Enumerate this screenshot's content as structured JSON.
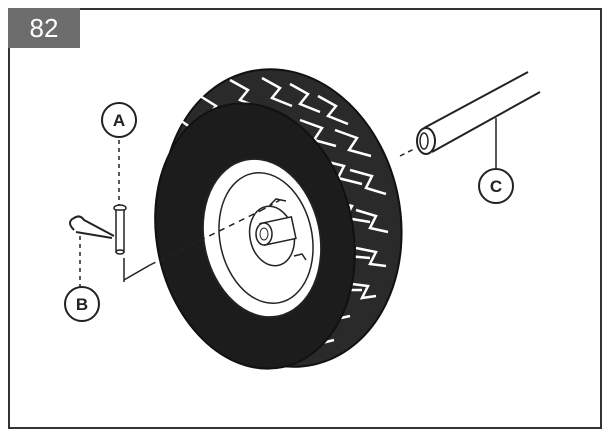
{
  "step_number": "82",
  "callouts": {
    "a": "A",
    "b": "B",
    "c": "C"
  },
  "colors": {
    "badge": "#6d6d6d",
    "tire": "#1c1c1c",
    "line": "#222222"
  }
}
